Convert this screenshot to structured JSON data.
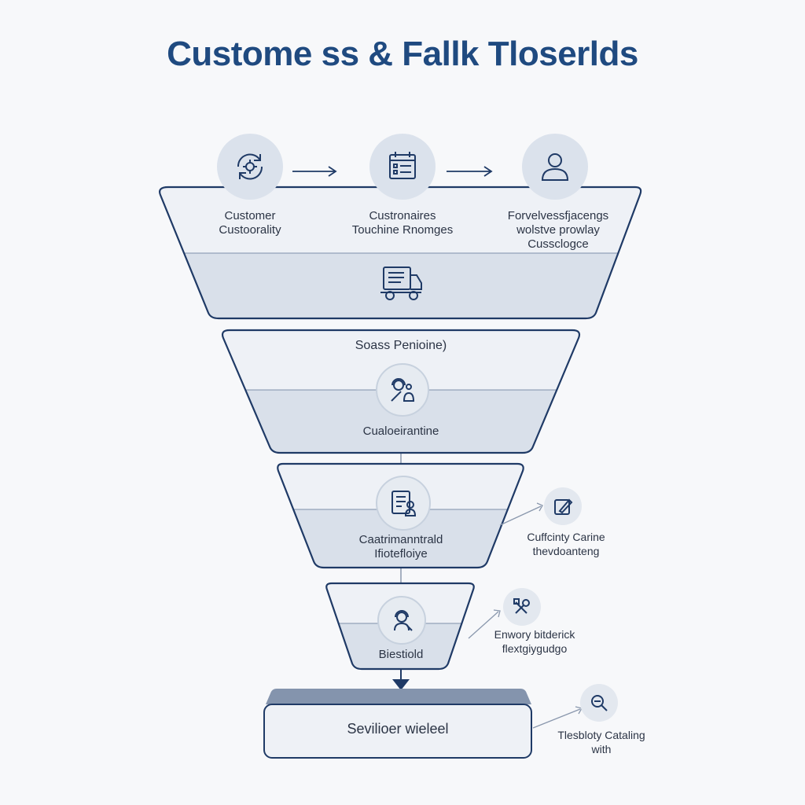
{
  "title": "Custome ss & Fallk Tloserlds",
  "top_row": [
    {
      "line1": "Customer",
      "line2": "Custoorality",
      "icon": "refresh-gear-icon"
    },
    {
      "line1": "Custronaires",
      "line2": "Touchine Rnomges",
      "icon": "calendar-checklist-icon"
    },
    {
      "line1": "Forvelvessfjacengs",
      "line2": "wolstve prowlay",
      "line3": "Cussclogce",
      "icon": "person-icon"
    }
  ],
  "stage1_icon": "delivery-truck-icon",
  "stage2": {
    "top": "Soass Penioine)",
    "bottom": "Cualoeirantine",
    "icon": "headset-person-icon"
  },
  "stage3": {
    "line1": "Caatrimanntrald",
    "line2": "Ifiotefloiye",
    "icon": "document-person-icon"
  },
  "stage4": {
    "label": "Biestiold",
    "icon": "support-agent-icon"
  },
  "bottom_box": {
    "label": "Sevilioer wieleel"
  },
  "side_notes": [
    {
      "line1": "Cuffcinty Carine",
      "line2": "thevdoanteng",
      "icon": "pencil-edit-icon"
    },
    {
      "line1": "Enwory bitderick",
      "line2": "flextgiygudgo",
      "icon": "tools-icon"
    },
    {
      "line1": "Tlesbloty Cataling",
      "line2": "with",
      "icon": "magnifier-icon"
    }
  ],
  "colors": {
    "navy": "#1f3a66",
    "fill_light": "#eef1f6",
    "fill_dark": "#d9e0ea",
    "title": "#1f4a80"
  }
}
